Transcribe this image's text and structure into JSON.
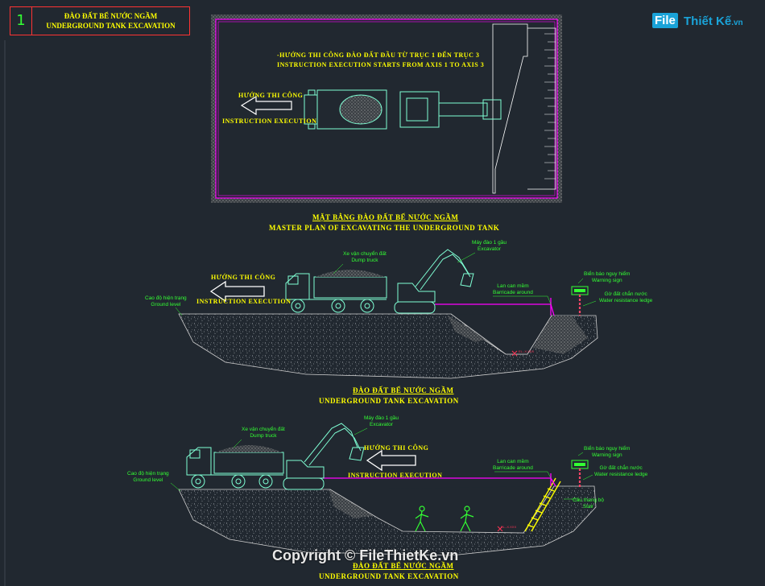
{
  "title_block": {
    "number": "1",
    "line1": "ĐÀO ĐẤT BỂ NƯỚC NGẦM",
    "line2": "UNDERGROUND TANK EXCAVATION"
  },
  "logo": {
    "brand_box": "File",
    "brand_rest": "Thiết Kế",
    "suffix": ".vn"
  },
  "plan": {
    "note_vn": "-HƯỚNG THI CÔNG ĐÀO ĐẤT ĐẦU TỪ TRỤC 1 ĐẾN TRỤC 3",
    "note_en": "INSTRUCTION EXECUTION STARTS FROM AXIS 1 TO AXIS 3",
    "arrow_vn": "HƯỚNG THI CÔNG",
    "arrow_en": "INSTRUCTION EXECUTION",
    "title_vn": "MẶT BẰNG ĐÀO ĐẤT BỂ NƯỚC NGẦM",
    "title_en": "MASTER PLAN OF EXCAVATING THE UNDERGROUND TANK"
  },
  "section1": {
    "truck_vn": "Xe vận chuyển đất",
    "truck_en": "Dump truck",
    "excavator_vn": "Máy đào 1 gầu",
    "excavator_en": "Excavator",
    "arrow_vn": "HƯỚNG THI CÔNG",
    "arrow_en": "INSTRUCTION EXECUTION",
    "ground_vn": "Cao độ hiện trạng",
    "ground_en": "Ground level",
    "barricade_vn": "Lan can mềm",
    "barricade_en": "Barricade around",
    "warning_vn": "Biển báo nguy hiểm",
    "warning_en": "Warning sign",
    "ledge_vn": "Gờ đất chắn nước",
    "ledge_en": "Water resistance ledge",
    "level_mark": "EL.-X.XXX",
    "title_vn": "ĐÀO ĐẤT BỂ NƯỚC NGẦM",
    "title_en": "UNDERGROUND TANK EXCAVATION"
  },
  "section2": {
    "truck_vn": "Xe vận chuyển đất",
    "truck_en": "Dump truck",
    "excavator_vn": "Máy đào 1 gầu",
    "excavator_en": "Excavator",
    "arrow_vn": "HƯỚNG THI CÔNG",
    "arrow_en": "INSTRUCTION EXECUTION",
    "ground_vn": "Cao độ hiện trạng",
    "ground_en": "Ground level",
    "barricade_vn": "Lan can mềm",
    "barricade_en": "Barricade around",
    "warning_vn": "Biển báo nguy hiểm",
    "warning_en": "Warning sign",
    "ledge_vn": "Gờ đất chắn nước",
    "ledge_en": "Water resistance ledge",
    "stair_vn": "Cầu thang bộ",
    "stair_en": "Stair",
    "level_mark": "EL.-X.XXX",
    "title_vn": "ĐÀO ĐẤT BỂ NƯỚC NGẦM",
    "title_en": "UNDERGROUND TANK EXCAVATION"
  },
  "footer": {
    "copyright": "Copyright © FileThietKe.vn"
  },
  "colors": {
    "background": "#212830",
    "title_text": "#ffff00",
    "label_text": "#33ff33",
    "machine": "#7fffd4",
    "barricade": "#ff00ff",
    "border": "#ff3333"
  }
}
